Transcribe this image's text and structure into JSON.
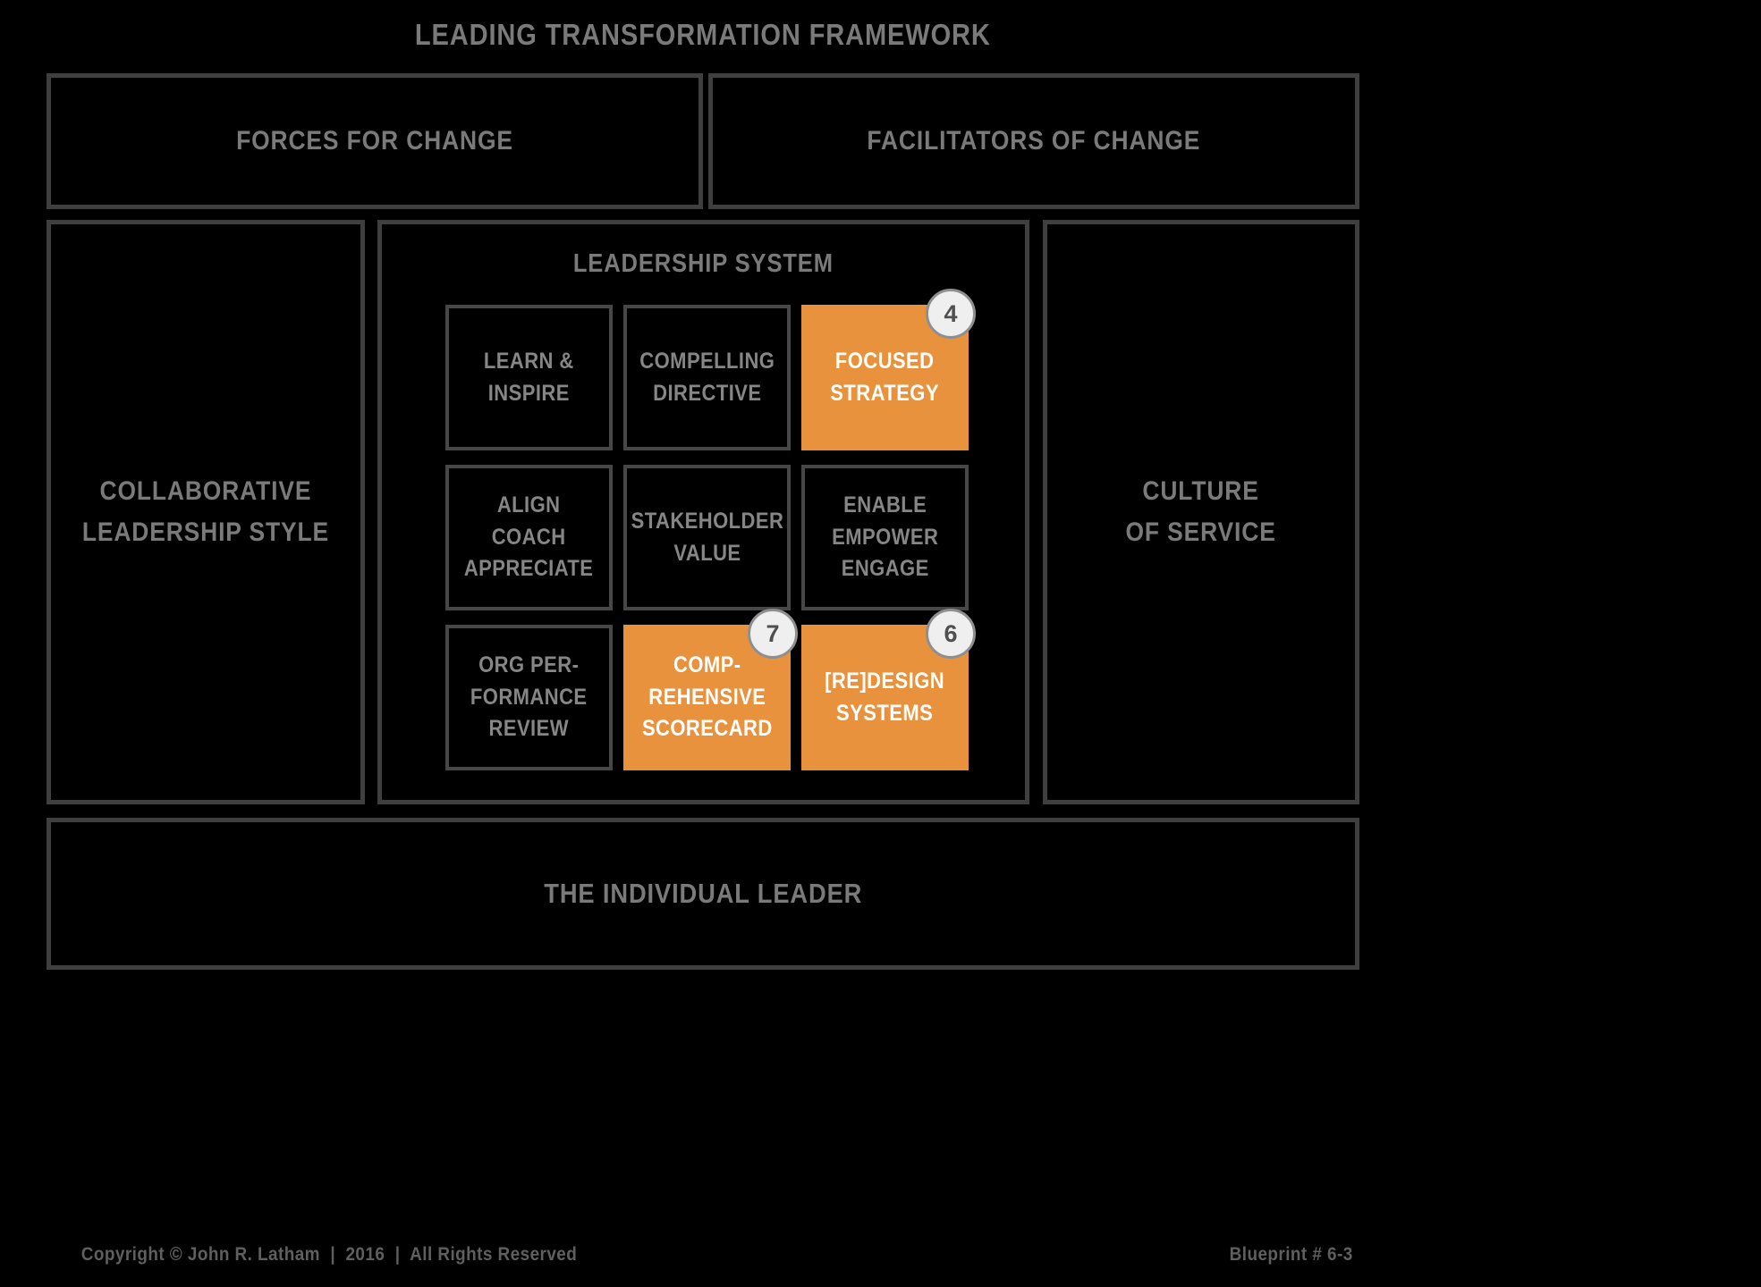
{
  "title": "LEADING TRANSFORMATION FRAMEWORK",
  "top_row": {
    "forces": "FORCES FOR CHANGE",
    "facilitators": "FACILITATORS OF CHANGE"
  },
  "left_panel": {
    "label": "COLLABORATIVE\nLEADERSHIP STYLE"
  },
  "right_panel": {
    "label": "CULTURE\nOF SERVICE"
  },
  "leadership": {
    "title": "LEADERSHIP SYSTEM",
    "cells": [
      {
        "label": "LEARN &\nINSPIRE",
        "variant": "dark"
      },
      {
        "label": "COMPELLING\nDIRECTIVE",
        "variant": "dark"
      },
      {
        "label": "FOCUSED\nSTRATEGY",
        "variant": "orange",
        "badge": "4"
      },
      {
        "label": "ALIGN\nCOACH\nAPPRECIATE",
        "variant": "dark"
      },
      {
        "label": "STAKEHOLDER\nVALUE",
        "variant": "dark"
      },
      {
        "label": "ENABLE\nEMPOWER\nENGAGE",
        "variant": "dark"
      },
      {
        "label": "ORG PER-\nFORMANCE\nREVIEW",
        "variant": "dark"
      },
      {
        "label": "COMP-\nREHENSIVE\nSCORECARD",
        "variant": "orange",
        "badge": "7"
      },
      {
        "label": "[RE]DESIGN\nSYSTEMS",
        "variant": "orange",
        "badge": "6"
      }
    ]
  },
  "bottom_panel": {
    "label": "THE INDIVIDUAL LEADER"
  },
  "footer": {
    "copyright": "Copyright © John R. Latham  |  2016  |  All Rights Reserved",
    "blueprint": "Blueprint # 6-3"
  },
  "colors": {
    "background": "#000000",
    "border_gray": "#3F3F3F",
    "text_gray": "#7A7A7A",
    "orange": "#E8923E",
    "badge_bg": "#EFEFEF"
  }
}
